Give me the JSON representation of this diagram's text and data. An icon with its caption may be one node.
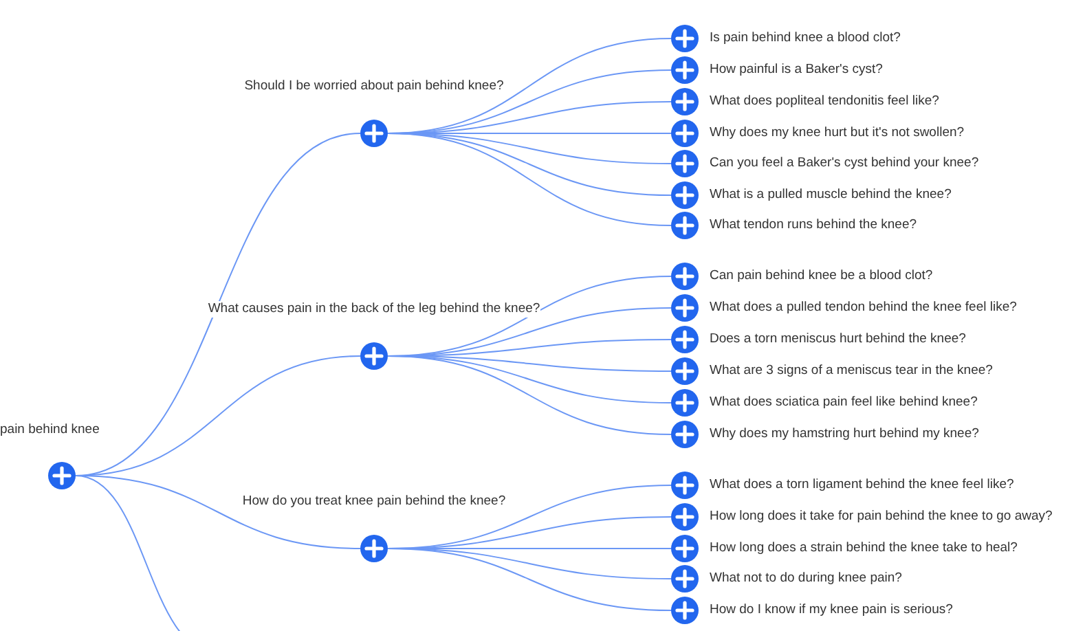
{
  "diagram": {
    "nodes": [
      {
        "text": [
          "pain behind knee"
        ]
      },
      {
        "text": [
          "Should I be worried about pain behind knee?"
        ]
      },
      {
        "text": [
          "Is pain behind knee a blood clot?"
        ]
      },
      {
        "text": [
          "How painful is a Baker's cyst?"
        ]
      },
      {
        "text": [
          "What does popliteal tendonitis feel like?"
        ]
      },
      {
        "text": [
          "Why does my knee hurt but it's not swollen?"
        ]
      },
      {
        "text": [
          "Can you feel a Baker's cyst behind your knee?"
        ]
      },
      {
        "text": [
          "What is a pulled muscle behind the knee?"
        ]
      },
      {
        "text": [
          "What tendon runs behind the knee?"
        ]
      },
      {
        "text": [
          "What causes pain in the back of the leg behind the knee?"
        ]
      },
      {
        "text": [
          "Can pain behind knee be a blood clot?"
        ]
      },
      {
        "text": [
          "What does a pulled tendon behind the knee feel like?"
        ]
      },
      {
        "text": [
          "Does a torn meniscus hurt behind the knee?"
        ]
      },
      {
        "text": [
          "What are 3 signs of a meniscus tear in the knee?"
        ]
      },
      {
        "text": [
          "What does sciatica pain feel like behind knee?"
        ]
      },
      {
        "text": [
          "Why does my hamstring hurt behind my knee?"
        ]
      },
      {
        "text": [
          "How do you treat knee pain behind the knee?"
        ]
      },
      {
        "text": [
          "What does a torn ligament behind the knee feel like?"
        ]
      },
      {
        "text": [
          "How long does it take for pain behind the knee to go away?"
        ]
      },
      {
        "text": [
          "How long does a strain behind the knee take to heal?"
        ]
      },
      {
        "text": [
          "What not to do during knee pain?"
        ]
      },
      {
        "text": [
          "How do I know if my knee pain is serious?"
        ]
      }
    ],
    "edges": [
      {
        "from": 0,
        "to": 1,
        "arrow": "none"
      },
      {
        "from": 1,
        "to": 2,
        "arrow": "none"
      },
      {
        "from": 1,
        "to": 3,
        "arrow": "none"
      },
      {
        "from": 1,
        "to": 4,
        "arrow": "none"
      },
      {
        "from": 1,
        "to": 5,
        "arrow": "none"
      },
      {
        "from": 1,
        "to": 6,
        "arrow": "none"
      },
      {
        "from": 1,
        "to": 7,
        "arrow": "none"
      },
      {
        "from": 1,
        "to": 8,
        "arrow": "none"
      },
      {
        "from": 0,
        "to": 9,
        "arrow": "none"
      },
      {
        "from": 9,
        "to": 10,
        "arrow": "none"
      },
      {
        "from": 9,
        "to": 11,
        "arrow": "none"
      },
      {
        "from": 9,
        "to": 12,
        "arrow": "none"
      },
      {
        "from": 9,
        "to": 13,
        "arrow": "none"
      },
      {
        "from": 9,
        "to": 14,
        "arrow": "none"
      },
      {
        "from": 9,
        "to": 15,
        "arrow": "none"
      },
      {
        "from": 0,
        "to": 16,
        "arrow": "none"
      },
      {
        "from": 16,
        "to": 17,
        "arrow": "none"
      },
      {
        "from": 16,
        "to": 18,
        "arrow": "none"
      },
      {
        "from": 16,
        "to": 19,
        "arrow": "none"
      },
      {
        "from": 16,
        "to": 20,
        "arrow": "none"
      },
      {
        "from": 16,
        "to": 21,
        "arrow": "none"
      },
      {
        "from": 0,
        "to": null,
        "arrow": "none"
      }
    ]
  }
}
